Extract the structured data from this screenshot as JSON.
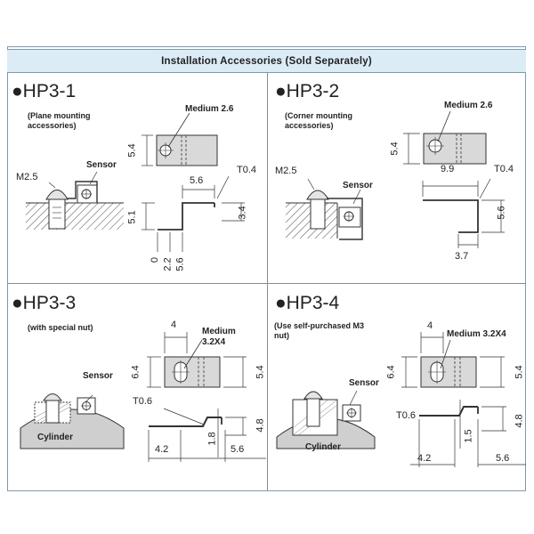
{
  "header": {
    "title": "Installation Accessories (Sold Separately)"
  },
  "panels": [
    {
      "id": "HP3-1",
      "title": "●HP3-1",
      "subtitle": "(Plane mounting accessories)",
      "labels": {
        "medium": "Medium 2.6",
        "screw": "M2.5",
        "sensor": "Sensor",
        "thickness": "T0.4"
      },
      "dims": {
        "height": "5.4",
        "top_width": "5.6",
        "left_h": "5.1",
        "right_h": "3.4",
        "x0": "0",
        "x1": "2.2",
        "x2": "5.6"
      }
    },
    {
      "id": "HP3-2",
      "title": "●HP3-2",
      "subtitle": "(Corner mounting accessories)",
      "labels": {
        "medium": "Medium 2.6",
        "screw": "M2.5",
        "sensor": "Sensor",
        "thickness": "T0.4"
      },
      "dims": {
        "height": "5.4",
        "width": "9.9",
        "right_h": "5.6",
        "bottom": "3.7"
      }
    },
    {
      "id": "HP3-3",
      "title": "●HP3-3",
      "subtitle": "(with special nut)",
      "labels": {
        "medium": "Medium 3.2X4",
        "sensor": "Sensor",
        "cylinder": "Cylinder",
        "thickness": "T0.6"
      },
      "dims": {
        "width": "4",
        "height": "6.4",
        "right_h": "5.4",
        "step": "1.8",
        "right_h2": "4.8",
        "left_w": "4.2",
        "right_w": "5.6"
      }
    },
    {
      "id": "HP3-4",
      "title": "●HP3-4",
      "subtitle": "(Use self-purchased M3 nut)",
      "labels": {
        "medium": "Medium 3.2X4",
        "sensor": "Sensor",
        "cylinder": "Cylinder",
        "thickness": "T0.6"
      },
      "dims": {
        "width": "4",
        "height": "6.4",
        "right_h": "5.4",
        "step": "1.5",
        "right_h2": "4.8",
        "left_w": "4.2",
        "right_w": "5.6"
      }
    }
  ]
}
